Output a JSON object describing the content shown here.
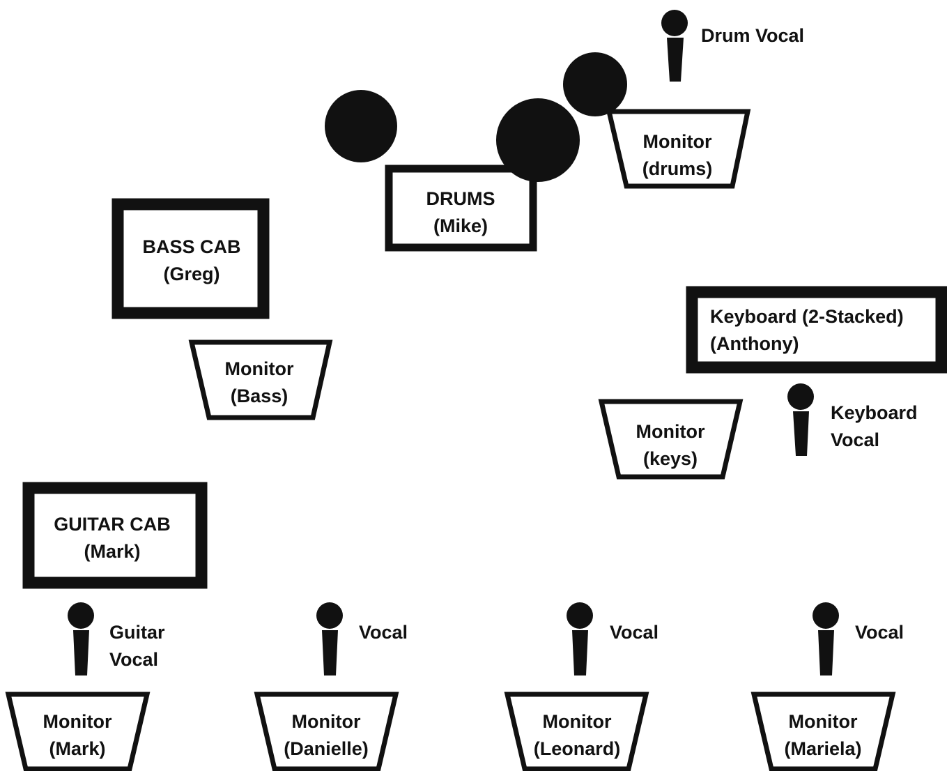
{
  "amps": {
    "bass": {
      "line1": "BASS CAB",
      "line2": "(Greg)"
    },
    "guitar": {
      "line1": "GUITAR CAB",
      "line2": "(Mark)"
    },
    "drums": {
      "line1": "DRUMS",
      "line2": "(Mike)"
    },
    "keyboard": {
      "line1": "Keyboard (2-Stacked)",
      "line2": "(Anthony)"
    }
  },
  "monitors": {
    "drums": {
      "line1": "Monitor",
      "line2": "(drums)"
    },
    "bass": {
      "line1": "Monitor",
      "line2": "(Bass)"
    },
    "keys": {
      "line1": "Monitor",
      "line2": "(keys)"
    },
    "mark": {
      "line1": "Monitor",
      "line2": "(Mark)"
    },
    "danielle": {
      "line1": "Monitor",
      "line2": "(Danielle)"
    },
    "leonard": {
      "line1": "Monitor",
      "line2": "(Leonard)"
    },
    "mariela": {
      "line1": "Monitor",
      "line2": "(Mariela)"
    }
  },
  "mics": {
    "drum": {
      "line1": "Drum Vocal"
    },
    "keyboard": {
      "line1": "Keyboard",
      "line2": "Vocal"
    },
    "guitar": {
      "line1": "Guitar",
      "line2": "Vocal"
    },
    "danielle": {
      "line1": "Vocal"
    },
    "leonard": {
      "line1": "Vocal"
    },
    "mariela": {
      "line1": "Vocal"
    }
  },
  "colors": {
    "ink": "#111111",
    "background": "#ffffff"
  }
}
